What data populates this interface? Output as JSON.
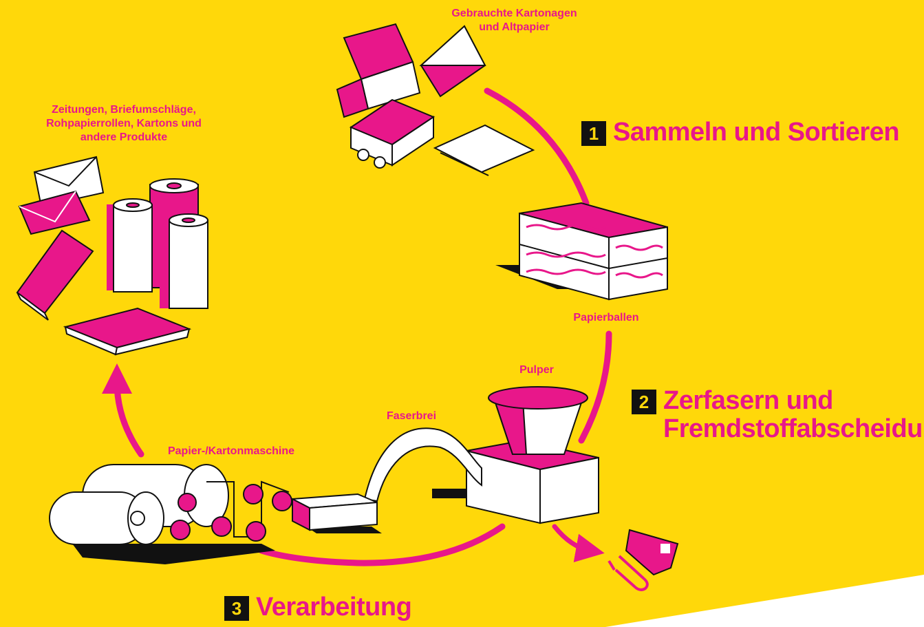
{
  "colors": {
    "background": "#FFD80A",
    "accent": "#E8178A",
    "shadow": "#111111",
    "paper": "#FFFFFF"
  },
  "steps": [
    {
      "number": "1",
      "title": "Sammeln und Sortieren"
    },
    {
      "number": "2",
      "title_line1": "Zerfasern und",
      "title_line2": "Fremdstoffabscheidung"
    },
    {
      "number": "3",
      "title": "Verarbeitung"
    }
  ],
  "labels": {
    "used_cardboard_line1": "Gebrauchte Kartonagen",
    "used_cardboard_line2": "und Altpapier",
    "products_line1": "Zeitungen, Briefumschläge,",
    "products_line2": "Rohpapierrollen, Kartons und",
    "products_line3": "andere Produkte",
    "bales": "Papierballen",
    "pulper": "Pulper",
    "pulp": "Faserbrei",
    "machine": "Papier-/Kartonmaschine"
  },
  "icons": [
    "cardboard-box-icon",
    "envelope-icon",
    "egg-carton-icon",
    "folded-paper-icon",
    "paper-bale-icon",
    "pulper-icon",
    "paper-roll-icon",
    "book-icon",
    "paper-machine-icon",
    "paper-clip-icon",
    "tape-icon",
    "cycle-arrow-icon"
  ]
}
